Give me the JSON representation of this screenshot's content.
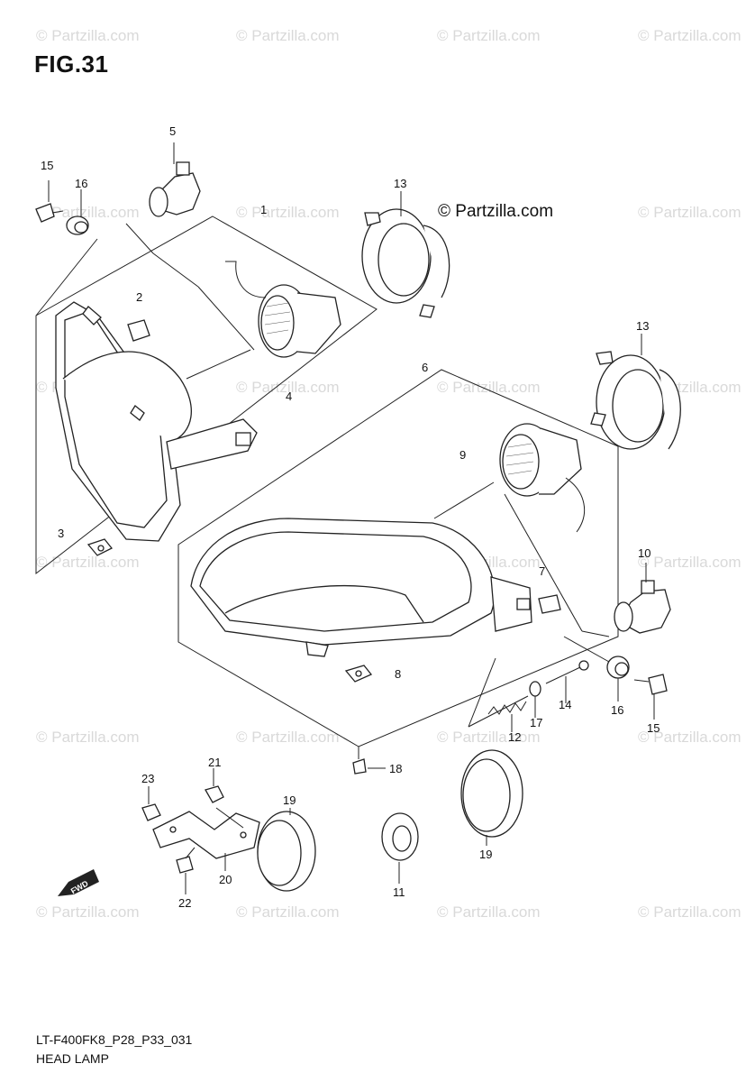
{
  "figure": {
    "title": "FIG.31"
  },
  "footer": {
    "code": "LT-F400FK8_P28_P33_031",
    "name": "HEAD LAMP"
  },
  "brand": {
    "text": "© Partzilla.com"
  },
  "watermark": {
    "text": "© Partzilla.com",
    "color": "#d9d9d9"
  },
  "direction_badge": {
    "text": "FWD"
  },
  "callouts": {
    "c1": "1",
    "c2": "2",
    "c3": "3",
    "c4": "4",
    "c5": "5",
    "c6": "6",
    "c7": "7",
    "c8": "8",
    "c9": "9",
    "c10": "10",
    "c11": "11",
    "c12": "12",
    "c13a": "13",
    "c13b": "13",
    "c14": "14",
    "c15a": "15",
    "c15b": "15",
    "c16a": "16",
    "c16b": "16",
    "c17": "17",
    "c18": "18",
    "c19a": "19",
    "c19b": "19",
    "c20": "20",
    "c21": "21",
    "c22": "22",
    "c23": "23"
  }
}
